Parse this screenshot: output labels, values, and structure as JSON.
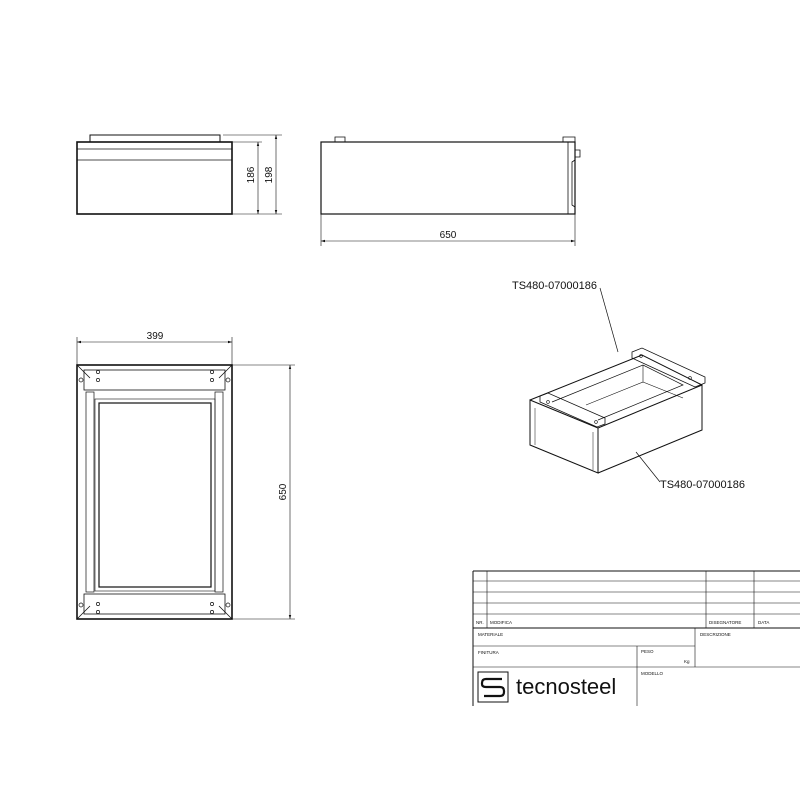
{
  "dimensions": {
    "front_height_inner": "186",
    "front_height_outer": "198",
    "side_length": "650",
    "top_width": "399",
    "top_length": "650"
  },
  "callouts": {
    "upper_part": "TS480-07000186",
    "lower_part": "TS480-07000186"
  },
  "title_block": {
    "nr_label": "NR.",
    "modifica_label": "MODIFICA",
    "disegnatore_label": "DISEGNATORE",
    "data_label": "DATA",
    "materiale_label": "MATERIALE",
    "descrizione_label": "DESCRIZIONE",
    "finitura_label": "FINITURA",
    "peso_label": "PESO",
    "peso_unit": "Kg",
    "modello_label": "MODELLO",
    "brand": "tecnosteel"
  }
}
